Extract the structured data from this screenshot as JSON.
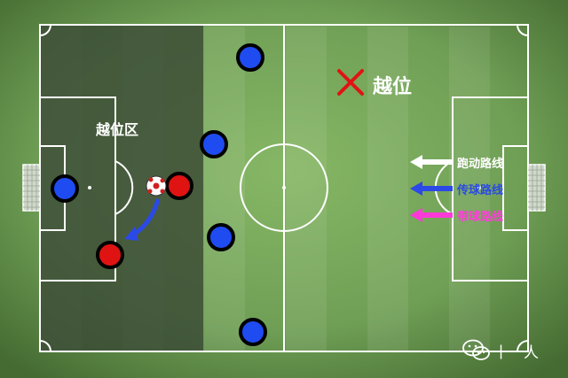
{
  "labels": {
    "offside_zone": "越位区",
    "offside": "越位"
  },
  "legend": [
    {
      "label": "跑动路线",
      "color": "#ffffff",
      "icon": "white-arrow-left-icon"
    },
    {
      "label": "传球路线",
      "color": "#2b49e6",
      "icon": "blue-arrow-left-icon"
    },
    {
      "label": "带球路线",
      "color": "#ff3ad9",
      "icon": "magenta-arrow-left-icon"
    }
  ],
  "watermark": {
    "text": "十一人",
    "icon": "wechat-icon"
  },
  "colors": {
    "pitch": "#6b9b52",
    "offside_zone": "#3f5138",
    "blue_team": "#1f4cf0",
    "red_team": "#e01313",
    "offside_mark": "#e01313"
  }
}
